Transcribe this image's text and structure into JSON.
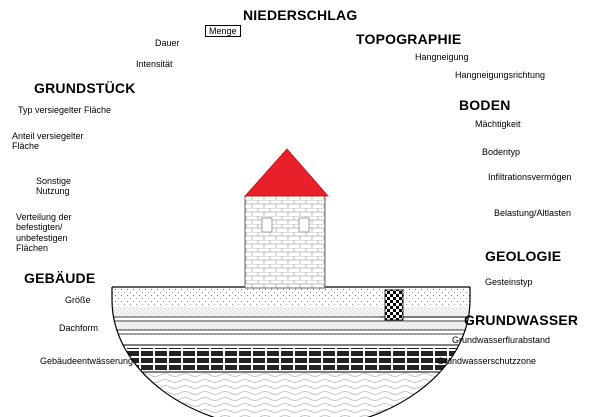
{
  "categories": {
    "niederschlag": {
      "title": "NIEDERSCHLAG",
      "items": [
        "Menge",
        "Dauer",
        "Intensität"
      ]
    },
    "topographie": {
      "title": "TOPOGRAPHIE",
      "items": [
        "Hangneigung",
        "Hangneigungsrichtung"
      ]
    },
    "grundstueck": {
      "title": "GRUNDSTÜCK",
      "items": [
        "Typ versiegelter Fläche",
        "Anteil versiegelter Fläche",
        "Sonstige Nutzung",
        "Verteilung der befestigten/ unbefestigen Flächen"
      ]
    },
    "boden": {
      "title": "BODEN",
      "items": [
        "Mächtigkeit",
        "Bodentyp",
        "Infiltrationsvermögen",
        "Belastung/Altlasten"
      ]
    },
    "geologie": {
      "title": "GEOLOGIE",
      "items": [
        "Gesteinstyp"
      ]
    },
    "gebaeude": {
      "title": "GEBÄUDE",
      "items": [
        "Größe",
        "Dachform",
        "Gebäudeentwässerung"
      ]
    },
    "grundwasser": {
      "title": "GRUNDWASSER",
      "items": [
        "Grundwasserflurabstand",
        "Grundwasserschutzzone"
      ]
    }
  },
  "colors": {
    "roof": "#e8202a",
    "line": "#000000",
    "brick": "#bdbdbd"
  }
}
